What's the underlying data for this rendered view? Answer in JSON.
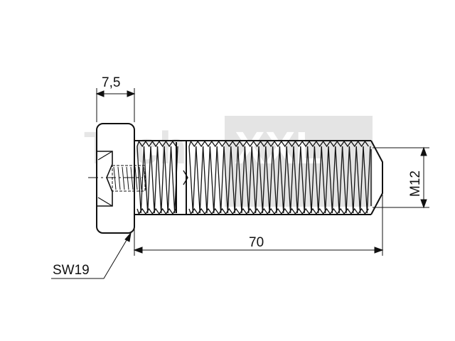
{
  "drawing": {
    "subject": "hex-socket-bolt",
    "dimensions": {
      "head_height_label": "7,5",
      "length_label": "70",
      "thread_label": "M12",
      "wrench_size_label": "SW19"
    },
    "watermark": {
      "text_left": "Tech",
      "text_right": "XXL"
    },
    "colors": {
      "line": "#111111",
      "watermark_gray": "#dcdcdc",
      "background": "#ffffff"
    }
  }
}
